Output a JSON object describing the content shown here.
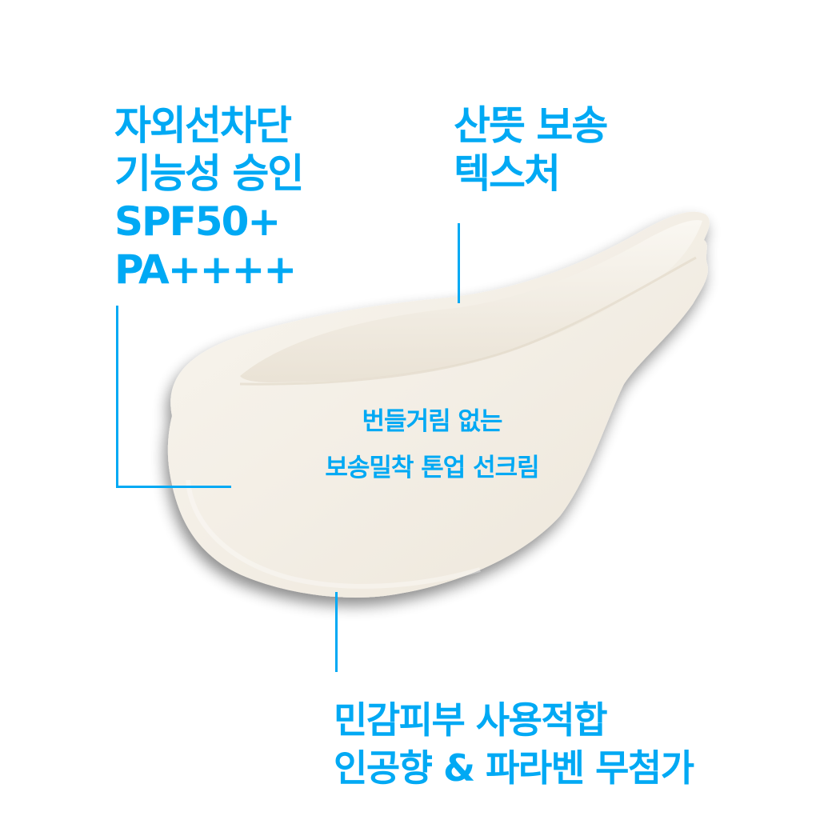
{
  "colors": {
    "accent": "#00A9F4",
    "background": "#FFFFFF",
    "cream": "#F4EFE6",
    "cream_shadow": "#D9D1C3"
  },
  "callouts": {
    "uv_protection": {
      "lines": [
        "자외선차단",
        "기능성 승인",
        "SPF50+",
        "PA++++"
      ]
    },
    "texture": {
      "lines": [
        "산뜻 보송",
        "텍스처"
      ]
    },
    "center": {
      "lines": [
        "번들거림 없는",
        "보송밀착 톤업 선크림"
      ]
    },
    "sensitive_skin": {
      "lines": [
        "민감피부 사용적합",
        "인공향 & 파라벤 무첨가"
      ]
    }
  },
  "image": {
    "subject": "cream-swatch"
  }
}
